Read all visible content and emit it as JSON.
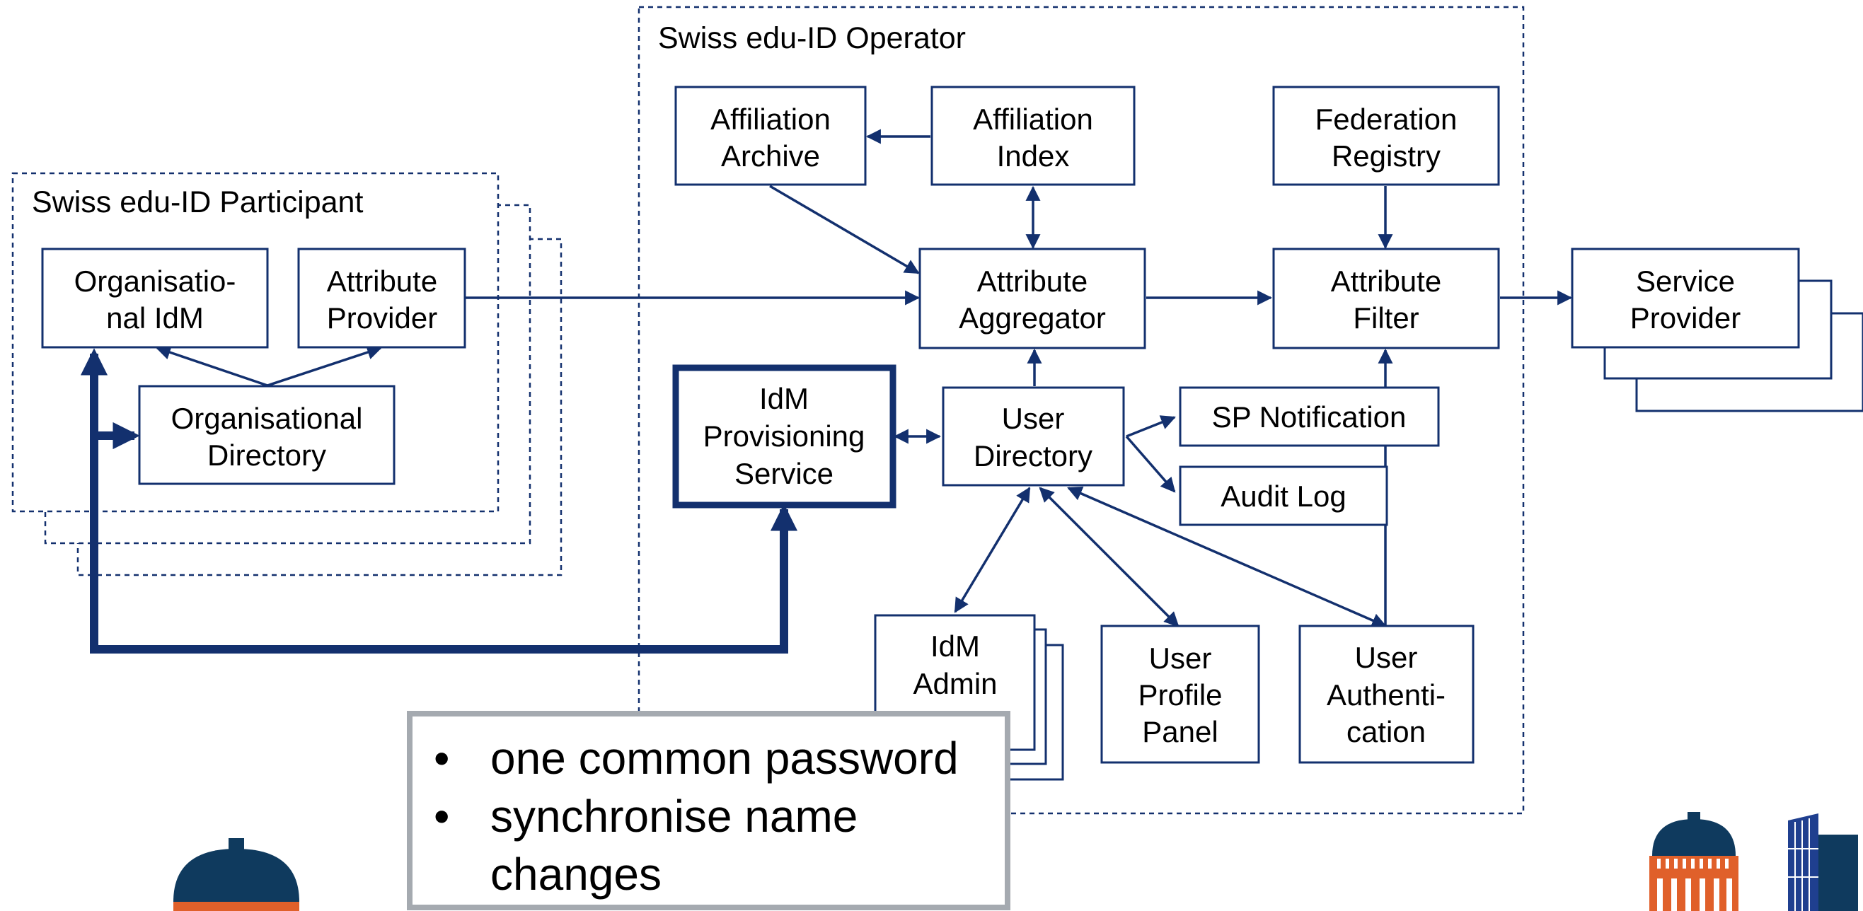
{
  "groups": {
    "operator": "Swiss edu-ID Operator",
    "participant": "Swiss edu-ID Participant"
  },
  "nodes": {
    "affiliation_archive": [
      "Affiliation",
      "Archive"
    ],
    "affiliation_index": [
      "Affiliation",
      "Index"
    ],
    "federation_registry": [
      "Federation",
      "Registry"
    ],
    "attribute_aggregator": [
      "Attribute",
      "Aggregator"
    ],
    "attribute_filter": [
      "Attribute",
      "Filter"
    ],
    "service_provider": [
      "Service",
      "Provider"
    ],
    "organisational_idm": [
      "Organisatio-",
      "nal IdM"
    ],
    "attribute_provider": [
      "Attribute",
      "Provider"
    ],
    "organisational_directory": [
      "Organisational",
      "Directory"
    ],
    "idm_provisioning_service": [
      "IdM",
      "Provisioning",
      "Service"
    ],
    "user_directory": [
      "User",
      "Directory"
    ],
    "sp_notification": [
      "SP Notification"
    ],
    "audit_log": [
      "Audit Log"
    ],
    "idm_admin": [
      "IdM",
      "Admin"
    ],
    "user_profile_panel": [
      "User",
      "Profile",
      "Panel"
    ],
    "user_authentication": [
      "User",
      "Authenti-",
      "cation"
    ]
  },
  "callout": {
    "items": [
      "one common password",
      "synchronise name changes"
    ]
  },
  "colors": {
    "diagram_blue": "#13306e",
    "callout_border": "#a5aab0",
    "logo_orange": "#e0602a",
    "logo_dark": "#0f3a5e",
    "logo_blue": "#1f3f8f"
  },
  "icons": [
    "dome-building-icon",
    "dome-building-icon",
    "skyscraper-icon"
  ]
}
